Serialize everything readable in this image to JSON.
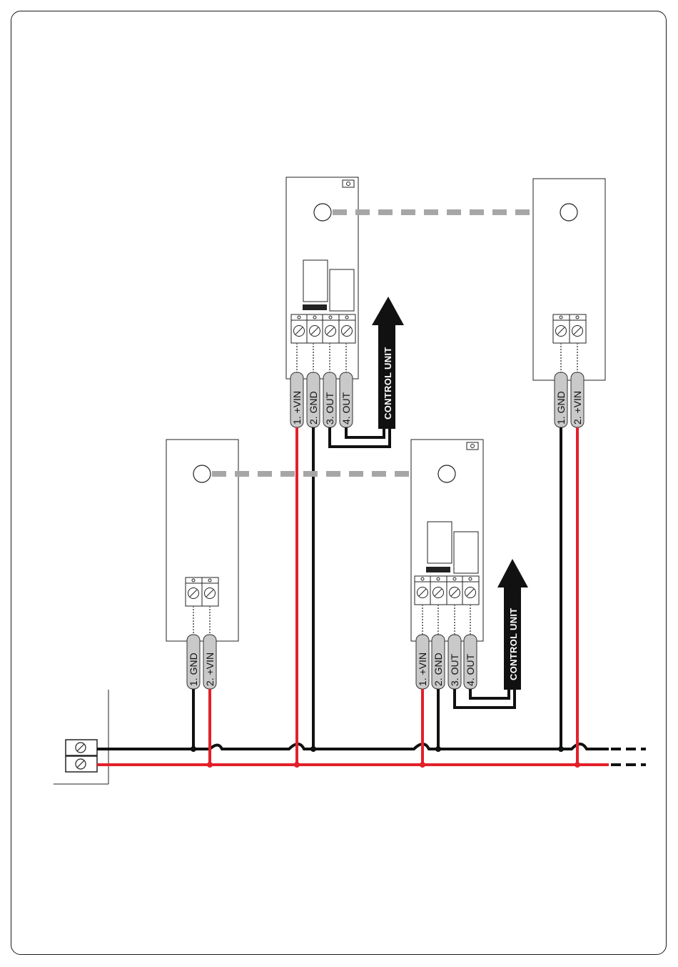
{
  "diagram": {
    "control_unit_label": "CONTROL UNIT",
    "colors": {
      "positive_wire": "#e3202a",
      "ground_wire": "#111111",
      "beam": "#a6a6a6",
      "lead": "#c9c9c9"
    },
    "transmitter_1": {
      "leads": [
        "1.  GND",
        "2.  +VIN"
      ]
    },
    "receiver_1": {
      "leads": [
        "1.  +VIN",
        "2.  GND",
        "3.  OUT",
        "4.  OUT"
      ]
    },
    "transmitter_2": {
      "leads": [
        "1.  GND",
        "2.  +VIN"
      ]
    },
    "receiver_2": {
      "leads": [
        "1.  +VIN",
        "2.  GND",
        "3.  OUT",
        "4.  OUT"
      ]
    }
  }
}
